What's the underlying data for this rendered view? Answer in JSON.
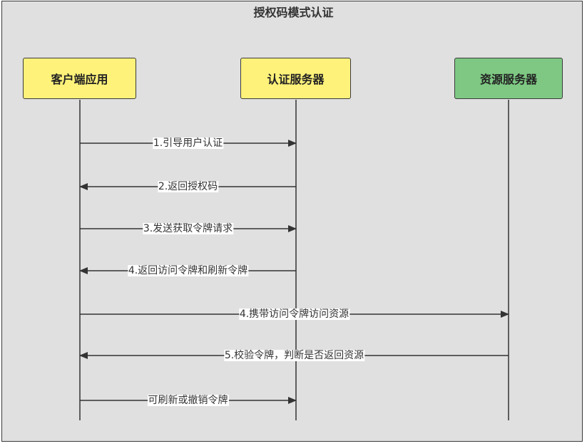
{
  "title": "授权码模式认证",
  "colors": {
    "frame_bg": "#e0e0e0",
    "actor_yellow": "#fff27a",
    "actor_green": "#7ec883",
    "line": "#333333"
  },
  "actors": {
    "client": "客户端应用",
    "auth": "认证服务器",
    "resource": "资源服务器"
  },
  "messages": [
    {
      "label": "1.引导用户认证",
      "from": "client",
      "to": "auth"
    },
    {
      "label": "2.返回授权码",
      "from": "auth",
      "to": "client"
    },
    {
      "label": "3.发送获取令牌请求",
      "from": "client",
      "to": "auth"
    },
    {
      "label": "4.返回访问令牌和刷新令牌",
      "from": "auth",
      "to": "client"
    },
    {
      "label": "4.携带访问令牌访问资源",
      "from": "client",
      "to": "resource"
    },
    {
      "label": "5.校验令牌，判断是否返回资源",
      "from": "resource",
      "to": "client"
    },
    {
      "label": "可刷新或撤销令牌",
      "from": "client",
      "to": "auth"
    }
  ]
}
